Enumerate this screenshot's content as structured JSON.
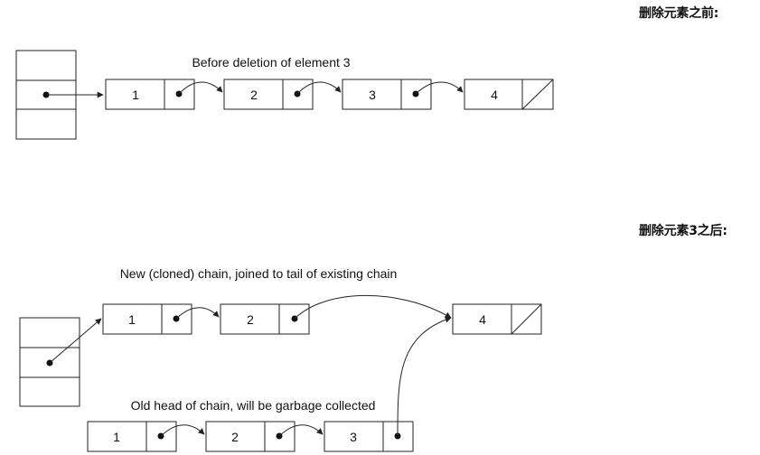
{
  "headings": {
    "before": "删除元素之前:",
    "after": "删除元素3之后:"
  },
  "captions": {
    "before": "Before deletion of element 3",
    "new_chain": "New (cloned) chain, joined to tail of existing chain",
    "old_chain": "Old head of chain, will be garbage collected"
  },
  "before_chain": [
    "1",
    "2",
    "3",
    "4"
  ],
  "new_chain": [
    "1",
    "2"
  ],
  "tail_node": "4",
  "old_chain": [
    "1",
    "2",
    "3"
  ],
  "colors": {
    "line": "#222222",
    "text": "#111111"
  }
}
